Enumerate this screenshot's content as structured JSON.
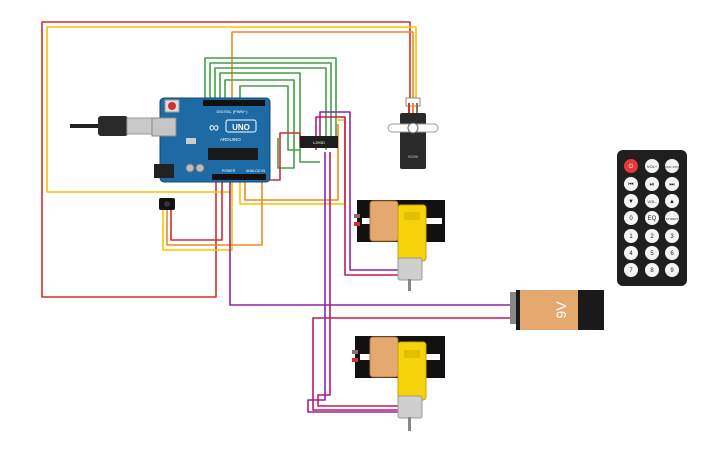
{
  "arduino": {
    "brand_text": "UNO",
    "maker_text": "ARDUINO",
    "digital_header": "DIGITAL (PWM~)",
    "power_header": "POWER",
    "analog_header": "ANALOG IN",
    "logo_symbol": "∞"
  },
  "driver_chip": {
    "label": "L293D"
  },
  "servo": {
    "label": "SG90"
  },
  "battery": {
    "label": "9V"
  },
  "remote": {
    "buttons": [
      {
        "name": "power",
        "text": "⏻",
        "color": "#e53935"
      },
      {
        "name": "vol-plus",
        "text": "VOL+"
      },
      {
        "name": "func-stop",
        "text": "FUNC STOP"
      },
      {
        "name": "prev",
        "text": "⏮"
      },
      {
        "name": "play-pause",
        "text": "⏯"
      },
      {
        "name": "next",
        "text": "⏭"
      },
      {
        "name": "down",
        "text": "▼"
      },
      {
        "name": "vol-minus",
        "text": "VOL-"
      },
      {
        "name": "up",
        "text": "▲"
      },
      {
        "name": "zero",
        "text": "0"
      },
      {
        "name": "eq",
        "text": "EQ"
      },
      {
        "name": "st-rept",
        "text": "ST REPT"
      },
      {
        "name": "one",
        "text": "1"
      },
      {
        "name": "two",
        "text": "2"
      },
      {
        "name": "three",
        "text": "3"
      },
      {
        "name": "four",
        "text": "4"
      },
      {
        "name": "five",
        "text": "5"
      },
      {
        "name": "six",
        "text": "6"
      },
      {
        "name": "seven",
        "text": "7"
      },
      {
        "name": "eight",
        "text": "8"
      },
      {
        "name": "nine",
        "text": "9"
      }
    ]
  },
  "wire_colors": {
    "red": "#d32f2f",
    "yellow": "#f2c500",
    "orange": "#ef8a1f",
    "green": "#43a047",
    "purple": "#8e24aa",
    "magenta": "#c2185b"
  }
}
